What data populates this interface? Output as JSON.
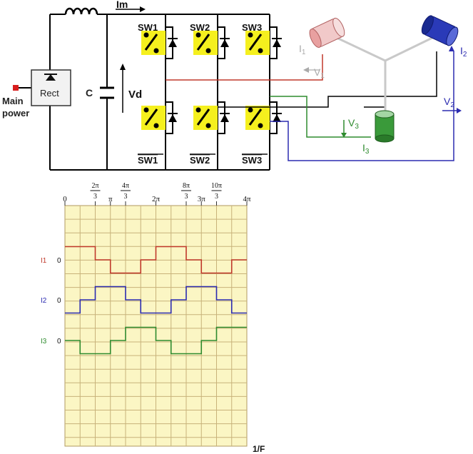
{
  "circuit": {
    "main_power": [
      "Main",
      "power"
    ],
    "rect": "Rect",
    "capacitor": "C",
    "dc_voltage": "Vd",
    "motor_current": "Im",
    "switches_top": [
      "SW1",
      "SW2",
      "SW3"
    ],
    "switches_bottom": [
      "SW1",
      "SW2",
      "SW3"
    ],
    "phase_currents": [
      "I",
      "I",
      "I"
    ],
    "phase_current_subs": [
      "1",
      "2",
      "3"
    ],
    "phase_voltages": [
      "V",
      "V",
      "V"
    ],
    "phase_voltage_subs": [
      "1",
      "2",
      "3"
    ],
    "colors": {
      "wire": "#000000",
      "phase1": "#c0392b",
      "phase2": "#2b2bb0",
      "phase3": "#2e8b2e",
      "switch_bg": "#f5f01e",
      "coil1": "#e8a0a0",
      "coil2": "#2a3ab8",
      "coil3": "#3a9a3a"
    }
  },
  "chart_data": {
    "type": "line",
    "x_tick_labels": [
      {
        "x": 0,
        "text": "0"
      },
      {
        "x": 0.6667,
        "num": "2π",
        "den": "3"
      },
      {
        "x": 1,
        "text": "π"
      },
      {
        "x": 1.3333,
        "num": "4π",
        "den": "3"
      },
      {
        "x": 2,
        "text": "2π"
      },
      {
        "x": 2.6667,
        "num": "8π",
        "den": "3"
      },
      {
        "x": 3,
        "text": "3π"
      },
      {
        "x": 3.3333,
        "num": "10π",
        "den": "3"
      },
      {
        "x": 4,
        "text": "4π"
      }
    ],
    "x_unit": "π",
    "xlim": [
      0,
      4
    ],
    "x_end_label": "1/F",
    "grid": true,
    "grid_color": "#c8b27a",
    "background": "#fbf6c4",
    "series": [
      {
        "name": "I1",
        "color": "#c0392b",
        "zero_label": "0",
        "x": [
          0,
          0.6667,
          0.6667,
          1,
          1,
          1.6667,
          1.6667,
          2,
          2,
          2.6667,
          2.6667,
          3,
          3,
          3.6667,
          3.6667,
          4
        ],
        "y": [
          1,
          1,
          0,
          0,
          -1,
          -1,
          0,
          0,
          1,
          1,
          0,
          0,
          -1,
          -1,
          0,
          0
        ]
      },
      {
        "name": "I2",
        "color": "#2b2bb0",
        "zero_label": "0",
        "x": [
          0,
          0.3333,
          0.3333,
          0.6667,
          0.6667,
          1.3333,
          1.3333,
          1.6667,
          1.6667,
          2.3333,
          2.3333,
          2.6667,
          2.6667,
          3.3333,
          3.3333,
          3.6667,
          3.6667,
          4
        ],
        "y": [
          -1,
          -1,
          0,
          0,
          1,
          1,
          0,
          0,
          -1,
          -1,
          0,
          0,
          1,
          1,
          0,
          0,
          -1,
          -1
        ]
      },
      {
        "name": "I3",
        "color": "#2e8b2e",
        "zero_label": "0",
        "x": [
          0,
          0.3333,
          0.3333,
          1,
          1,
          1.3333,
          1.3333,
          2,
          2,
          2.3333,
          2.3333,
          3,
          3,
          3.3333,
          3.3333,
          4
        ],
        "y": [
          0,
          0,
          -1,
          -1,
          0,
          0,
          1,
          1,
          0,
          0,
          -1,
          -1,
          0,
          0,
          1,
          1
        ]
      }
    ]
  }
}
